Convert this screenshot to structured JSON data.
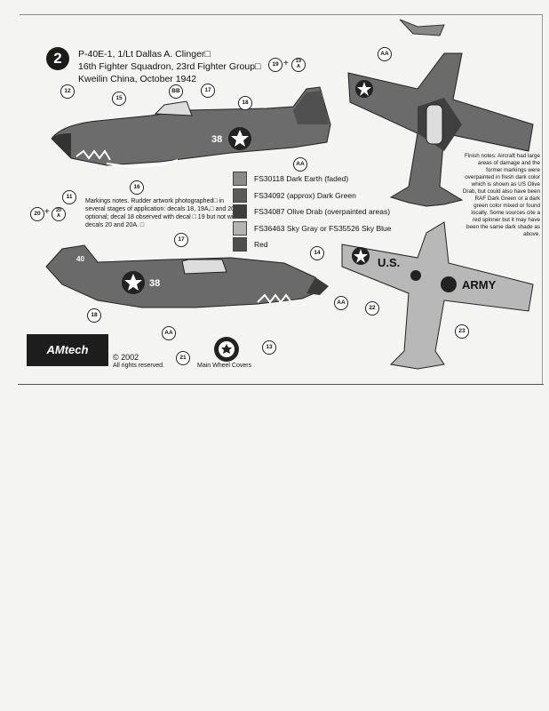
{
  "header": {
    "plate_number": "2",
    "line1": "P-40E-1, 1/Lt Dallas A. Clinger□",
    "line2": "16th Fighter Squadron, 23rd Fighter Group□",
    "line3": "Kweilin China, October 1942"
  },
  "callouts": {
    "c12": "12",
    "c15": "15",
    "cBB": "BB",
    "c17a": "17",
    "c18a": "18",
    "c19": "19",
    "c19A_top": "19",
    "c19A_bot": "A",
    "cAA1": "AA",
    "c16": "16",
    "c11": "11",
    "c20": "20",
    "c20A_top": "20",
    "c20A_bot": "A",
    "c17b": "17",
    "c14": "14",
    "c18b": "18",
    "cAA2": "AA",
    "c13": "13",
    "cAA3": "AA",
    "cAA4": "AA",
    "c22": "22",
    "c23": "23",
    "c21": "21"
  },
  "aircraft_markings": {
    "tail_number_top": "38",
    "tail_number_bottom": "38",
    "fin_code": "40",
    "wing_us": "U.S.",
    "wing_army": "ARMY"
  },
  "markings_note": "Markings notes. Rudder artwork photographed□ in several stages of application: decals 18, 19A,□ and 20A optional; decal 18 observed with decal □ 19 but not with decals 20 and 20A. □",
  "legend": [
    {
      "label": "FS30118 Dark Earth (faded)",
      "color": "#8a8a8a"
    },
    {
      "label": "FS34092 (approx) Dark Green",
      "color": "#5a5a5a"
    },
    {
      "label": "FS34087  Olive Drab (overpainted areas)",
      "color": "#3d3d3d"
    },
    {
      "label": "FS36463  Sky Gray or FS35526  Sky Blue",
      "color": "#b4b4b4"
    },
    {
      "label": "Red",
      "color": "#4e4e4e"
    }
  ],
  "finish_notes": "Finish notes: Aircraft had large areas of damage and the former markings were overpainted in fresh dark color which is shown as US Olive Drab, but could also have been RAF Dark Green or a dark green color mixed or found locally. Some sources cite a red spinner but it may have been the same dark shade as above.",
  "logo_text": "AMtech",
  "copyright_year": "© 2002",
  "copyright_rights": "All rights reserved.",
  "wheel_caption": "Main Wheel Covers"
}
